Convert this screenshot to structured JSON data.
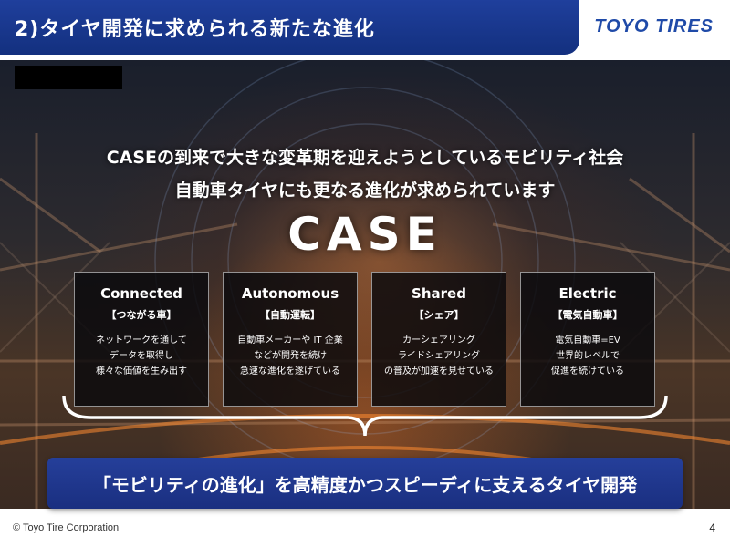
{
  "header": {
    "title": "2)タイヤ開発に求められる新たな進化",
    "logo": "TOYO TIRES"
  },
  "hero": {
    "line1": "CASEの到来で大きな変革期を迎えようとしているモビリティ社会",
    "line2": "自動車タイヤにも更なる進化が求められています",
    "case_title": "CASE"
  },
  "cards": [
    {
      "title": "Connected",
      "subtitle": "【つながる車】",
      "desc": [
        "ネットワークを通して",
        "データを取得し",
        "様々な価値を生み出す"
      ]
    },
    {
      "title": "Autonomous",
      "subtitle": "【自動運転】",
      "desc": [
        "自動車メーカーや IT 企業",
        "などが開発を続け",
        "急速な進化を遂げている"
      ]
    },
    {
      "title": "Shared",
      "subtitle": "【シェア】",
      "desc": [
        "カーシェアリング",
        "ライドシェアリング",
        "の普及が加速を見せている"
      ]
    },
    {
      "title": "Electric",
      "subtitle": "【電気自動車】",
      "desc": [
        "電気自動車=EV",
        "世界的レベルで",
        "促進を続けている"
      ]
    }
  ],
  "banner": {
    "text": "「モビリティの進化」を高精度かつスピーディに支えるタイヤ開発"
  },
  "footer": {
    "copyright": "© Toyo Tire Corporation",
    "page": "4"
  },
  "colors": {
    "title_bar": "#1f3f9c",
    "logo": "#1f4aa8",
    "banner": "#253f9a"
  }
}
